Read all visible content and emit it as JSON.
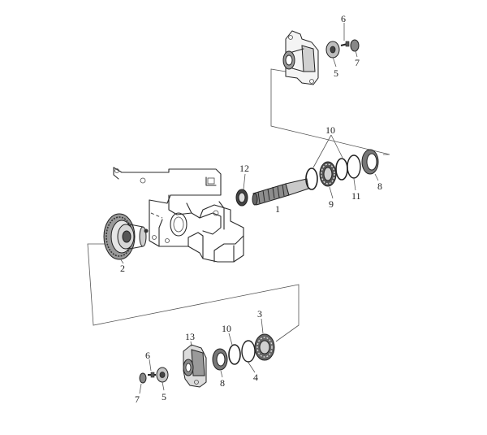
{
  "callouts": {
    "c1": "1",
    "c2": "2",
    "c3": "3",
    "c4": "4",
    "c5_top": "5",
    "c5_bottom": "5",
    "c6_top": "6",
    "c6_bottom": "6",
    "c7_top": "7",
    "c7_bottom": "7",
    "c8_right": "8",
    "c8_bottom": "8",
    "c9": "9",
    "c10_top": "10",
    "c10_bottom": "10",
    "c11": "11",
    "c12": "12",
    "c13": "13"
  }
}
